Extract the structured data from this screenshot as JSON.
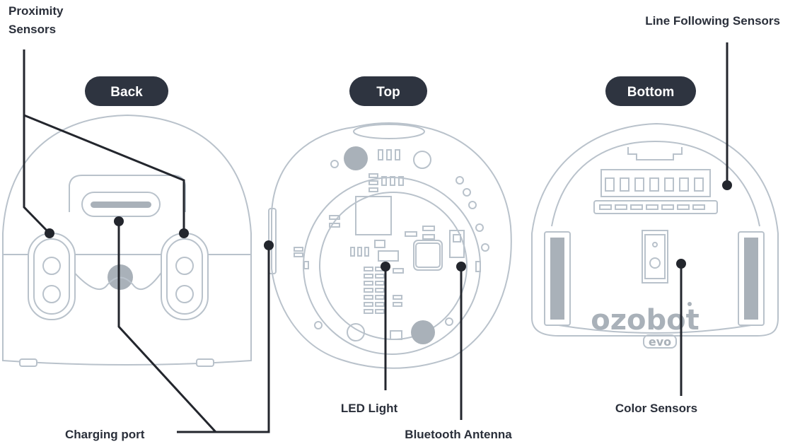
{
  "views": {
    "back": "Back",
    "top": "Top",
    "bottom": "Bottom"
  },
  "labels": {
    "proximity_sensors_line1": "Proximity",
    "proximity_sensors_line2": "Sensors",
    "line_following_sensors": "Line Following Sensors",
    "charging_port": "Charging port",
    "led_light": "LED Light",
    "bluetooth_antenna": "Bluetooth Antenna",
    "color_sensors": "Color Sensors"
  },
  "brand": {
    "logo": "ozobot",
    "model": "evo"
  },
  "colors": {
    "pill": "#2e3440",
    "outline": "#b9c2cb",
    "leader": "#23262d",
    "component_grey": "#a9b1b9"
  }
}
